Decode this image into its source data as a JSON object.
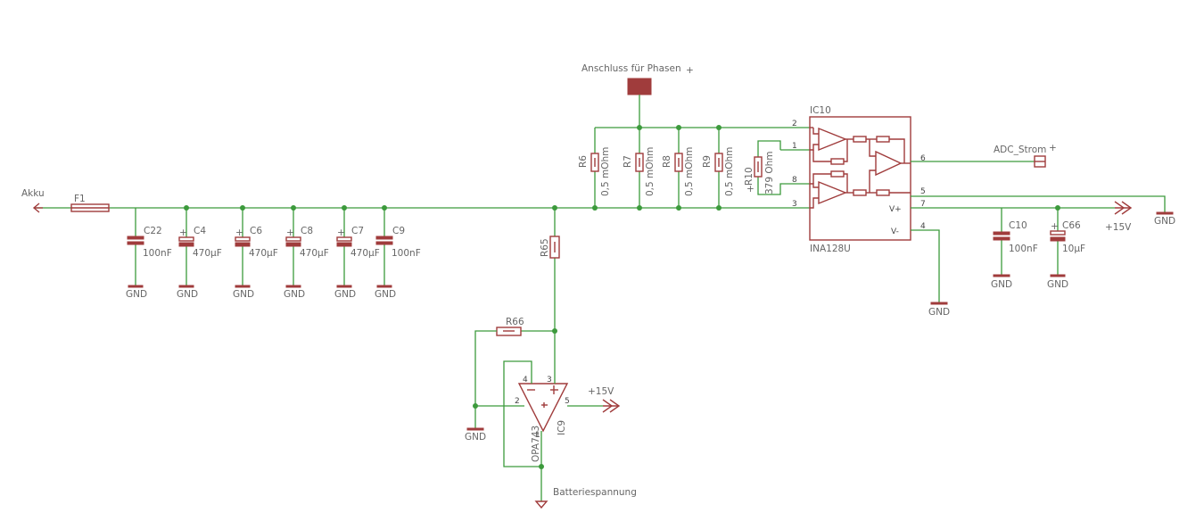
{
  "labels": {
    "akku": "Akku",
    "anschluss": "Anschluss für Phasen",
    "adc": "ADC_Strom",
    "batterie": "Batteriespannung",
    "plus15_right": "+15V",
    "plus15_opamp": "+15V"
  },
  "gnd": "GND",
  "plus_sign": "+",
  "fuse": "F1",
  "capacitors": [
    {
      "name": "C22",
      "value": "100nF"
    },
    {
      "name": "C4",
      "value": "470µF"
    },
    {
      "name": "C6",
      "value": "470µF"
    },
    {
      "name": "C8",
      "value": "470µF"
    },
    {
      "name": "C7",
      "value": "470µF"
    },
    {
      "name": "C9",
      "value": "100nF"
    },
    {
      "name": "C10",
      "value": "100nF"
    },
    {
      "name": "C66",
      "value": "10µF"
    }
  ],
  "shunts": [
    {
      "name": "R6",
      "value": "0,5 mOhm"
    },
    {
      "name": "R7",
      "value": "0,5 mOhm"
    },
    {
      "name": "R8",
      "value": "0,5 mOhm"
    },
    {
      "name": "R9",
      "value": "0,5 mOhm"
    }
  ],
  "r10": {
    "name": "R10",
    "value": "379 Ohm"
  },
  "r65": "R65",
  "r66": "R66",
  "ic10": {
    "name": "IC10",
    "part": "INA128U",
    "pins": [
      "2",
      "1",
      "8",
      "3",
      "6",
      "5",
      "7",
      "4"
    ],
    "vplus": "V+",
    "vminus": "V-"
  },
  "ic9": {
    "name": "IC9",
    "part": "OPA743",
    "pins": [
      "4",
      "3",
      "2",
      "5",
      "1"
    ]
  }
}
